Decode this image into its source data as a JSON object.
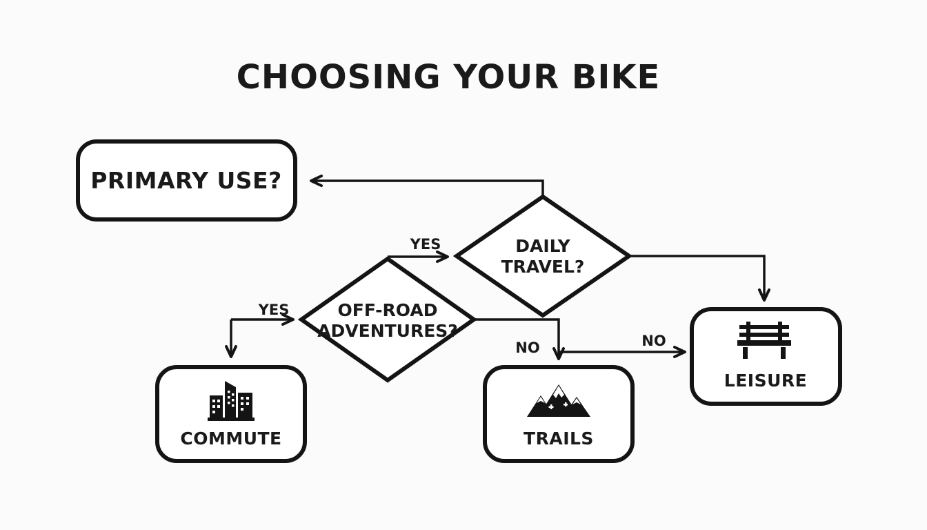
{
  "title": "CHOOSING YOUR BIKE",
  "colors": {
    "background": "#fbfbfb",
    "ink": "#141414",
    "node_fill": "#ffffff"
  },
  "nodes": {
    "primary_use": {
      "label": "PRIMARY USE?"
    },
    "daily_travel": {
      "line1": "DAILY",
      "line2": "TRAVEL?"
    },
    "off_road": {
      "line1": "OFF-ROAD",
      "line2": "ADVENTURES?"
    },
    "commute": {
      "label": "COMMUTE",
      "icon": "city-buildings-icon"
    },
    "trails": {
      "label": "TRAILS",
      "icon": "mountains-icon"
    },
    "leisure": {
      "label": "LEISURE",
      "icon": "park-bench-icon"
    }
  },
  "edge_labels": {
    "yes_to_daily_travel": "YES",
    "yes_to_commute": "YES",
    "no_to_trails": "NO",
    "no_to_leisure": "NO"
  }
}
